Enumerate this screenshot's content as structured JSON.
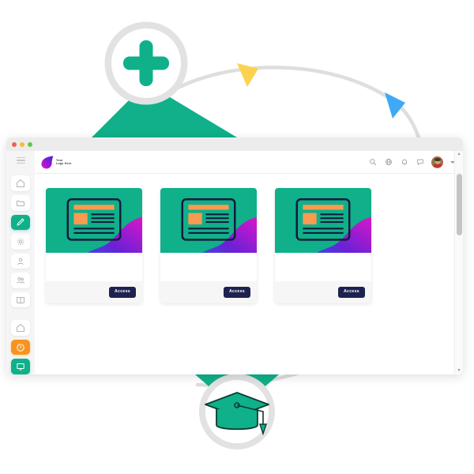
{
  "illustration": {
    "top_badge_icon": "plus-icon",
    "bottom_badge_icon": "graduation-cap-icon",
    "arrow_markers": [
      "yellow-arrow-marker",
      "blue-arrow-marker"
    ],
    "colors": {
      "teal": "#0fb08a",
      "grey_ring": "#e0e0e0",
      "yellow_arrow": "#fcd34f",
      "blue_arrow": "#3fa9f5",
      "navy": "#1e2250",
      "orange": "#f7941e",
      "magenta": "#d016c8",
      "blue_gradient": "#2b2bd8"
    }
  },
  "window": {
    "traffic_lights": [
      "close-dot",
      "minimize-dot",
      "maximize-dot"
    ],
    "scrollbar": {
      "up_arrow": "▲",
      "down_arrow": "▼"
    }
  },
  "sidebar": {
    "menu_toggle": "hamburger-icon",
    "items": [
      {
        "id": "home",
        "icon": "home-icon",
        "state": "default"
      },
      {
        "id": "files",
        "icon": "folder-icon",
        "state": "default"
      },
      {
        "id": "edit",
        "icon": "pencil-icon",
        "state": "active"
      },
      {
        "id": "settings",
        "icon": "gear-icon",
        "state": "default"
      },
      {
        "id": "profile",
        "icon": "user-icon",
        "state": "default"
      },
      {
        "id": "groups",
        "icon": "users-icon",
        "state": "default"
      },
      {
        "id": "library",
        "icon": "book-icon",
        "state": "default"
      },
      {
        "id": "dashboard",
        "icon": "home-icon",
        "state": "default"
      },
      {
        "id": "alerts",
        "icon": "info-icon",
        "state": "alert"
      },
      {
        "id": "media",
        "icon": "monitor-icon",
        "state": "teal"
      }
    ]
  },
  "topbar": {
    "logo_line1": "Your",
    "logo_line2": "Logo Here",
    "icons": [
      {
        "id": "search",
        "icon": "search-icon"
      },
      {
        "id": "language",
        "icon": "globe-icon"
      },
      {
        "id": "alerts",
        "icon": "bell-icon"
      },
      {
        "id": "messages",
        "icon": "chat-icon"
      }
    ],
    "avatar": "user-avatar",
    "account_caret": "chevron-down-icon"
  },
  "cards": [
    {
      "id": "card-1",
      "media_icon": "document-illustration",
      "action_label": "Access"
    },
    {
      "id": "card-2",
      "media_icon": "document-illustration",
      "action_label": "Access"
    },
    {
      "id": "card-3",
      "media_icon": "document-illustration",
      "action_label": "Access"
    }
  ]
}
